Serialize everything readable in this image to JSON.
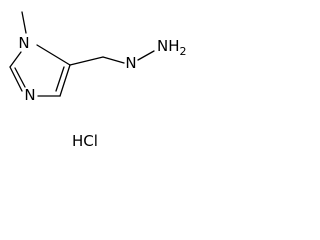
{
  "molecule": {
    "atoms": {
      "n1": "N",
      "n3": "N",
      "n_hydrazine_1": "N",
      "n_hydrazine_2": "NH",
      "h2_suffix": "2"
    },
    "salt": "HCl"
  },
  "colors": {
    "ink": "#000000",
    "background": "#ffffff"
  }
}
